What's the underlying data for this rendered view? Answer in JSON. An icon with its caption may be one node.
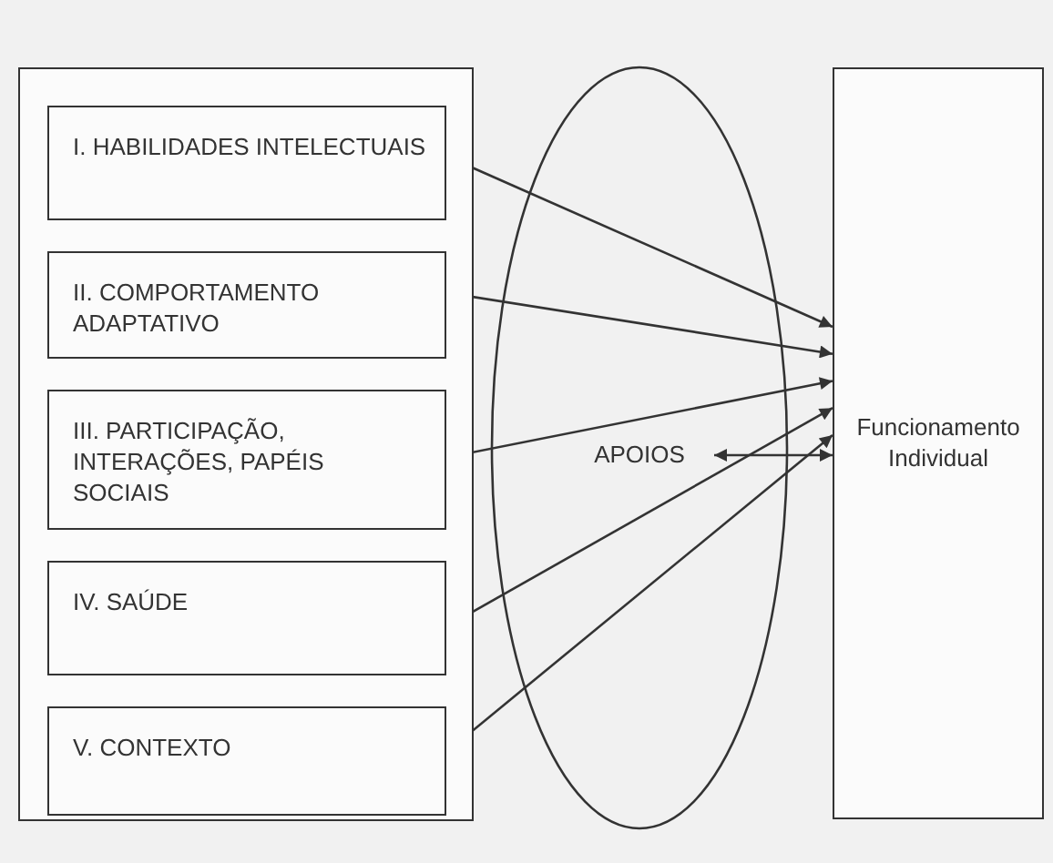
{
  "diagram": {
    "nodes": [
      {
        "text": [],
        "shape": "box"
      },
      {
        "text": [
          "I. HABILIDADES INTELECTUAIS"
        ],
        "in": 0
      },
      {
        "text": [
          "II. COMPORTAMENTO ADAPTATIVO"
        ],
        "in": 0
      },
      {
        "text": [
          "III. PARTICIPAÇÃO, INTERAÇÕES, PAPÉIS SOCIAIS"
        ],
        "in": 0
      },
      {
        "text": [
          "IV. SAÚDE"
        ],
        "in": 0
      },
      {
        "text": [
          "V. CONTEXTO"
        ],
        "in": 0
      },
      {
        "text": [],
        "shape": "ellipse"
      },
      {
        "text": [
          "APOIOS"
        ],
        "in": 6
      },
      {
        "text": [
          "Funcionamento Individual"
        ]
      }
    ],
    "edges": [
      {
        "from": 1,
        "to": 8,
        "arrow": "to"
      },
      {
        "from": 2,
        "to": 8,
        "arrow": "to"
      },
      {
        "from": 3,
        "to": 8,
        "arrow": "to"
      },
      {
        "from": 4,
        "to": 8,
        "arrow": "to"
      },
      {
        "from": 5,
        "to": 8,
        "arrow": "to"
      },
      {
        "from": 7,
        "to": 8,
        "arrow": "both"
      }
    ]
  }
}
